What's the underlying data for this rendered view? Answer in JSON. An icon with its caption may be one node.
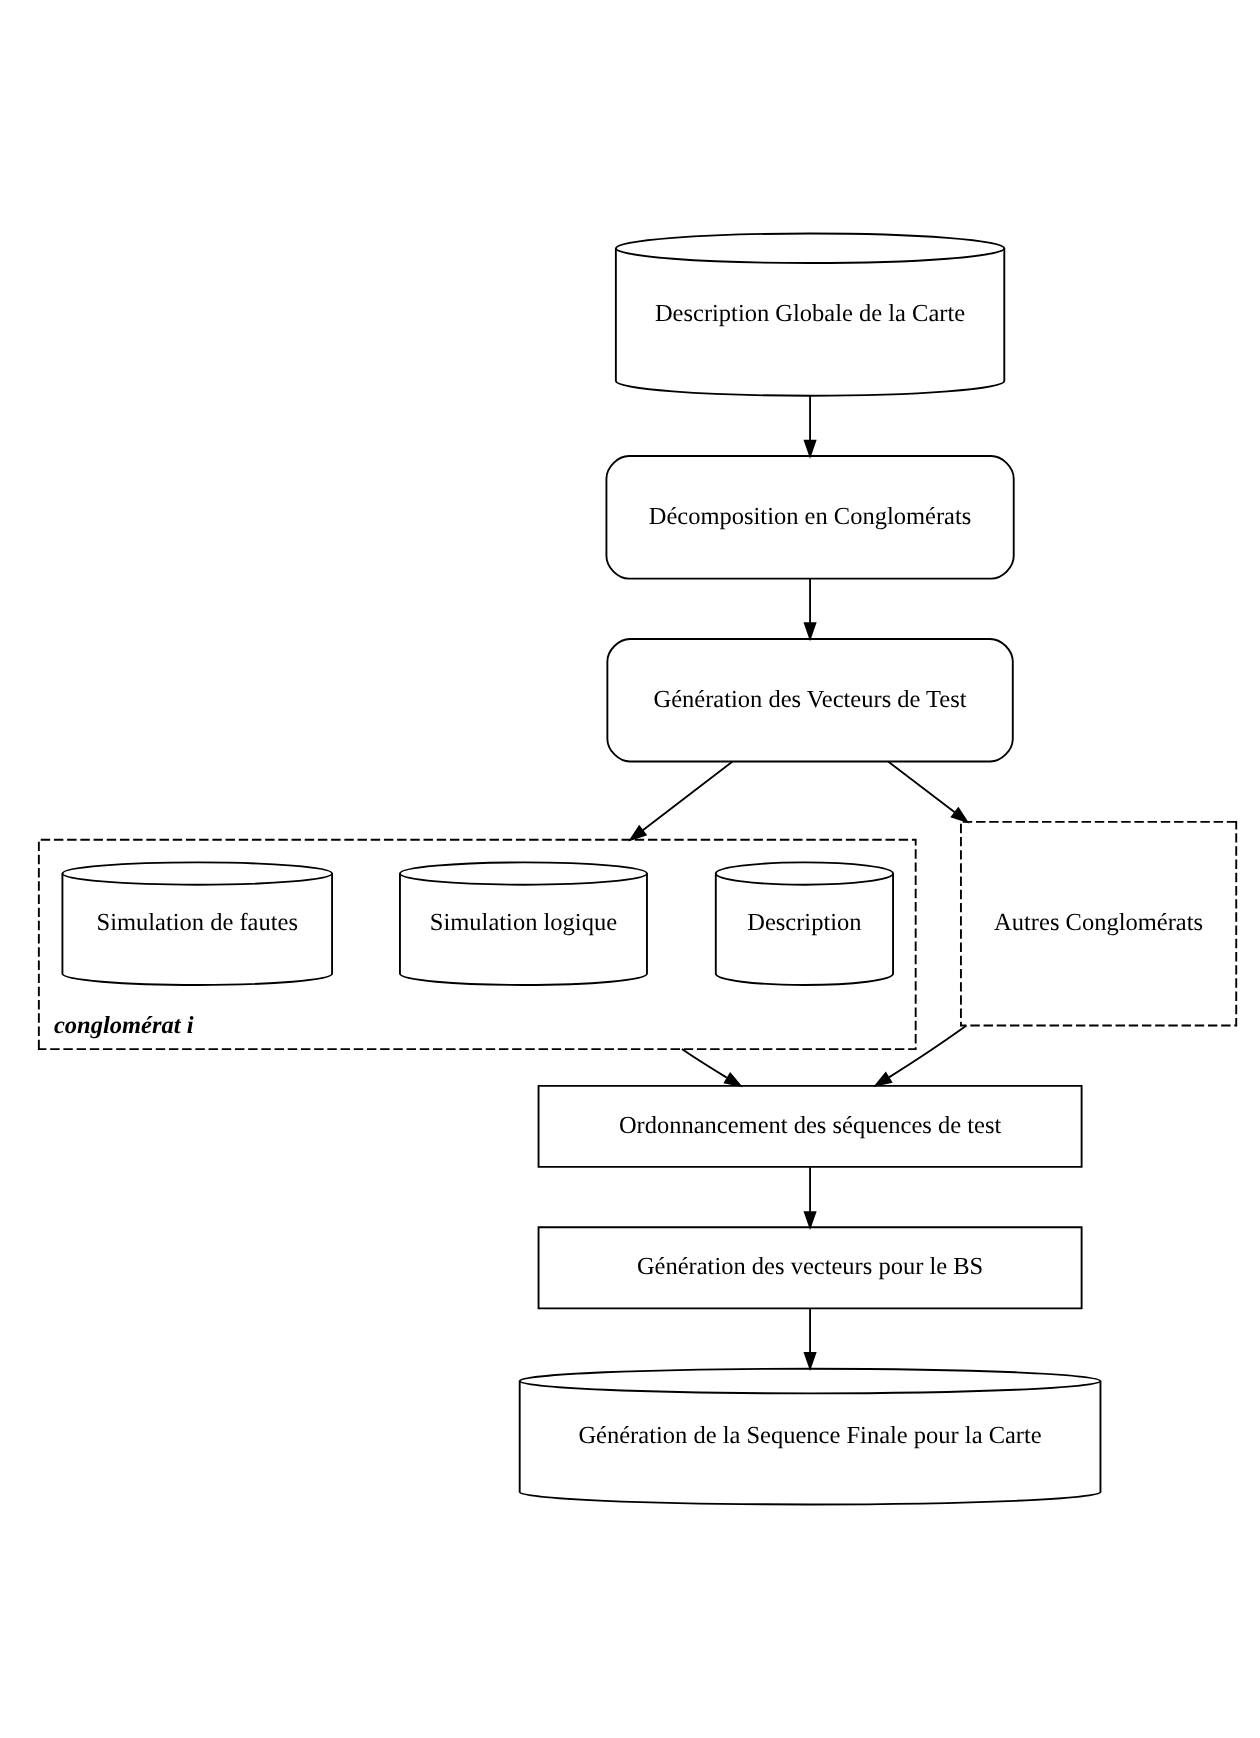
{
  "diagram": {
    "nodes": [
      {
        "text": [
          "Description Globale de la Carte"
        ]
      },
      {
        "text": [
          "Décomposition en Conglomérats"
        ]
      },
      {
        "text": [
          "Génération des Vecteurs de Test"
        ]
      },
      {
        "text": [
          "conglomérat i"
        ]
      },
      {
        "text": [
          "Description"
        ],
        "in": 3
      },
      {
        "text": [
          "Simulation logique"
        ],
        "in": 3
      },
      {
        "text": [
          "Simulation de fautes"
        ],
        "in": 3
      },
      {
        "text": [
          "Autres Conglomérats"
        ]
      },
      {
        "text": [
          "Ordonnancement des séquences de test"
        ]
      },
      {
        "text": [
          "Génération des vecteurs pour le BS"
        ]
      },
      {
        "text": [
          "Génération de la Sequence Finale pour la Carte"
        ]
      }
    ],
    "edges": [
      {
        "from": 0,
        "to": 1,
        "arrow": "to"
      },
      {
        "from": 1,
        "to": 2,
        "arrow": "to"
      },
      {
        "from": 2,
        "to": 3,
        "arrow": "to"
      },
      {
        "from": 2,
        "to": 7,
        "arrow": "to"
      },
      {
        "from": 3,
        "to": 8,
        "arrow": "to"
      },
      {
        "from": 7,
        "to": 8,
        "arrow": "to"
      },
      {
        "from": 8,
        "to": 9,
        "arrow": "to"
      },
      {
        "from": 9,
        "to": 10,
        "arrow": "to"
      }
    ]
  }
}
